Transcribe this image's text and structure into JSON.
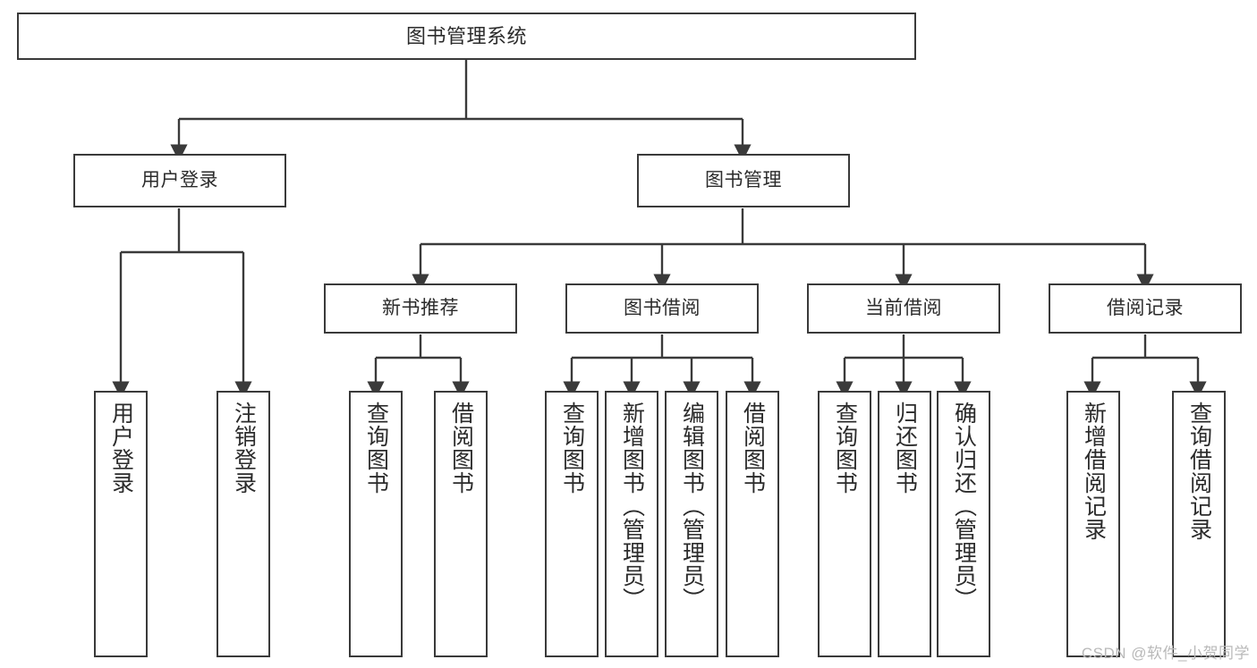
{
  "diagram": {
    "title": "图书管理系统",
    "watermark": "CSDN @软件_小贺同学",
    "colors": {
      "box_border": "#3a3a3a",
      "box_fill": "#ffffff",
      "edge": "#3a3a3a",
      "text": "#2b2b2b",
      "watermark": "#b9b9b9",
      "background": "#ffffff"
    },
    "levels": {
      "level1": [
        {
          "id": "root",
          "label": "图书管理系统"
        }
      ],
      "level2": [
        {
          "id": "user-login",
          "label": "用户登录"
        },
        {
          "id": "book-manage",
          "label": "图书管理"
        }
      ],
      "level3": [
        {
          "id": "new-book-recommend",
          "label": "新书推荐"
        },
        {
          "id": "book-borrow",
          "label": "图书借阅"
        },
        {
          "id": "current-borrow",
          "label": "当前借阅"
        },
        {
          "id": "borrow-record",
          "label": "借阅记录"
        }
      ],
      "level4": [
        {
          "id": "leaf-user-login",
          "label": "用户登录",
          "parent": "user-login"
        },
        {
          "id": "leaf-logout-login",
          "label": "注销登录",
          "parent": "user-login"
        },
        {
          "id": "leaf-query-book-1",
          "label": "查询图书",
          "parent": "new-book-recommend"
        },
        {
          "id": "leaf-borrow-book-1",
          "label": "借阅图书",
          "parent": "new-book-recommend"
        },
        {
          "id": "leaf-query-book-2",
          "label": "查询图书",
          "parent": "book-borrow"
        },
        {
          "id": "leaf-add-book",
          "label": "新增图书（管理员）",
          "parent": "book-borrow"
        },
        {
          "id": "leaf-edit-book",
          "label": "编辑图书（管理员）",
          "parent": "book-borrow"
        },
        {
          "id": "leaf-borrow-book-2",
          "label": "借阅图书",
          "parent": "book-borrow"
        },
        {
          "id": "leaf-query-book-3",
          "label": "查询图书",
          "parent": "current-borrow"
        },
        {
          "id": "leaf-return-book",
          "label": "归还图书",
          "parent": "current-borrow"
        },
        {
          "id": "leaf-confirm-return",
          "label": "确认归还（管理员）",
          "parent": "current-borrow"
        },
        {
          "id": "leaf-add-record",
          "label": "新增借阅记录",
          "parent": "borrow-record"
        },
        {
          "id": "leaf-query-record",
          "label": "查询借阅记录",
          "parent": "borrow-record"
        }
      ]
    }
  }
}
